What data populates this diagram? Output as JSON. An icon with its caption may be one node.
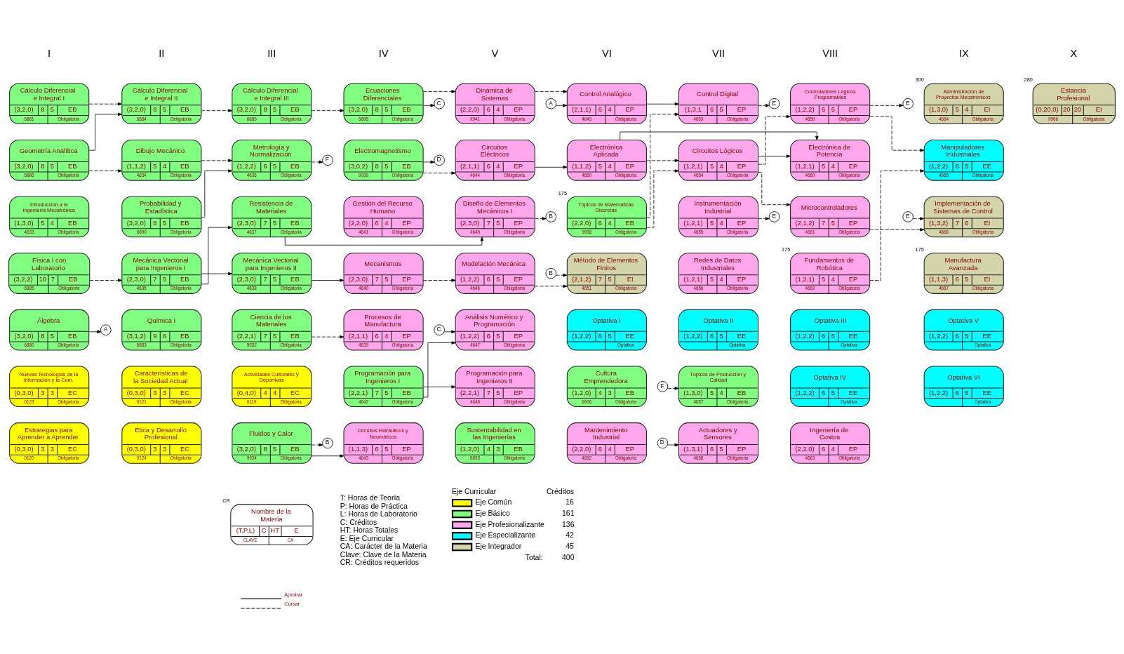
{
  "diagram": {
    "nodes": [
      {
        "text": [
          "Cálculo Diferencial e Integral I",
          "(3,2,0)",
          "8",
          "5",
          "EB",
          "6881",
          "Obligatoria"
        ]
      },
      {
        "text": [
          "Cálculo Diferencial e Integral II",
          "(3,2,0)",
          "8",
          "5",
          "EB",
          "6884",
          "Obligatoria"
        ]
      },
      {
        "text": [
          "Cálculo Diferencial e Integral III",
          "(3,2,0)",
          "8",
          "5",
          "EB",
          "6889",
          "Obligatoria"
        ]
      },
      {
        "text": [
          "Ecuaciones Diferenciales",
          "(3,2,0)",
          "8",
          "5",
          "EB",
          "6895",
          "Obligatoria"
        ]
      },
      {
        "text": [
          "C"
        ]
      },
      {
        "text": [
          "Dinámica de Sistemas",
          "(2,2,0)",
          "6",
          "4",
          "EP",
          "9941",
          "Obligatoria"
        ]
      },
      {
        "text": [
          "A"
        ]
      },
      {
        "text": [
          "Control Analógico",
          "(2,1,1)",
          "6",
          "4",
          "EP",
          "4649",
          "Obligatoria"
        ]
      },
      {
        "text": [
          "Control Digital",
          "(1,3,1",
          "6",
          "5",
          "EP",
          "4653",
          "Obligatoria"
        ]
      },
      {
        "text": [
          "E"
        ]
      },
      {
        "text": [
          "Controladores Lógicos Programables",
          "(1,2,2)",
          "6",
          "5",
          "EP",
          "4659",
          "Obligatoria"
        ]
      },
      {
        "text": [
          "E"
        ]
      },
      {
        "text": [
          "Administración de Proyectos Mecatrónicos",
          "(1,3,0)",
          "5",
          "4",
          "EI",
          "4664",
          "Obligatoria"
        ],
        "beside": [
          "300"
        ]
      },
      {
        "text": [
          "Estancia Profesional",
          "(0,20,0)",
          "20",
          "20",
          "EI",
          "9966",
          "Obligatoria"
        ],
        "beside": [
          "280"
        ]
      },
      {
        "text": [
          "Geometría Analítica",
          "(3,2,0)",
          "8",
          "5",
          "EB",
          "6886",
          "Obligatoria"
        ]
      },
      {
        "text": [
          "Dibujo Mecánico",
          "(1,1,2)",
          "5",
          "4",
          "EB",
          "4634",
          "Obligatoria"
        ]
      },
      {
        "text": [
          "Metrología y Normalización",
          "(1,2,2)",
          "6",
          "5",
          "EB",
          "4636",
          "Obligatoria"
        ]
      },
      {
        "text": [
          "F"
        ]
      },
      {
        "text": [
          "Electromagnetismo",
          "(3,0,2)",
          "8",
          "5",
          "EB",
          "9939",
          "Obligatoria"
        ]
      },
      {
        "text": [
          "D"
        ]
      },
      {
        "text": [
          "Circuitos Eléctricos",
          "(2,1,1)",
          "6",
          "4",
          "EP",
          "4644",
          "Obligatoria"
        ]
      },
      {
        "text": [
          "Electrónica Aplicada",
          "(1,1,2)",
          "5",
          "4",
          "EP",
          "4650",
          "Obligatoria"
        ]
      },
      {
        "text": [
          "Circuitos Lógicos",
          "(1,2,1)",
          "5",
          "4",
          "EP",
          "4654",
          "Obligatoria"
        ]
      },
      {
        "text": [
          "Electrónica de Potencia",
          "(1,2,1)",
          "5",
          "4",
          "EP",
          "4660",
          "Obligatoria"
        ]
      },
      {
        "text": [
          "Manipuladores Industriales",
          "(1,2,2)",
          "6",
          "5",
          "EE",
          "4665",
          "Obligatoria"
        ]
      },
      {
        "text": [
          "Introducción a la Ingeniería Mecatrónica",
          "(1,3,0)",
          "5",
          "4",
          "EB",
          "4633",
          "Obligatoria"
        ]
      },
      {
        "text": [
          "Probabilidad y Estadística",
          "(3,2,0)",
          "8",
          "5",
          "EB",
          "6890",
          "Obligatoria"
        ]
      },
      {
        "text": [
          "Resistencia de Materiales",
          "(2,3,0)",
          "7",
          "5",
          "EB",
          "4637",
          "Obligatoria"
        ]
      },
      {
        "text": [
          "Gestión del Recurso Humano",
          "(2,2,0)",
          "6",
          "4",
          "EP",
          "4641",
          "Obligatoria"
        ]
      },
      {
        "text": [
          "Diseño de Elementos Mecánicos I",
          "(2,3,0)",
          "7",
          "5",
          "EP",
          "4645",
          "Obligatoria"
        ]
      },
      {
        "text": [
          "B"
        ]
      },
      {
        "text": [
          "Tópicos de Matemáticas Discretas",
          "(2,2,0)",
          "6",
          "4",
          "EB",
          "9938",
          "Obligatoria"
        ],
        "beside": [
          "175"
        ]
      },
      {
        "text": [
          "Instrumentación Industrial",
          "(1,2,1)",
          "5",
          "4",
          "EP",
          "4655",
          "Obligatoria"
        ]
      },
      {
        "text": [
          "E"
        ]
      },
      {
        "text": [
          "Microcontroladores",
          "(2,1,2)",
          "7",
          "5",
          "EP",
          "4661",
          "Obligatoria"
        ]
      },
      {
        "text": [
          "E"
        ]
      },
      {
        "text": [
          "Implementación de Sistemas de Control",
          "(1,3,2)",
          "7",
          "6",
          "EI",
          "4666",
          "Obligatoria"
        ]
      },
      {
        "text": [
          "Física I con Laboratorio",
          "(3,2,2)",
          "10",
          "7",
          "EB",
          "6885",
          "Obligatoria"
        ]
      },
      {
        "text": [
          "Mecánica Vectorial para Ingenieros I",
          "(2,3,0)",
          "7",
          "5",
          "EB",
          "4635",
          "Obligatoria"
        ]
      },
      {
        "text": [
          "Mecánica Vectorial para Ingenieros II",
          "(2,3,0)",
          "7",
          "5",
          "EB",
          "4638",
          "Obligatoria"
        ]
      },
      {
        "text": [
          "Mecanismos",
          "(2,3,0)",
          "7",
          "5",
          "EP",
          "4640",
          "Obligatoria"
        ]
      },
      {
        "text": [
          "Modelación Mecánica",
          "(1,2,2)",
          "6",
          "5",
          "EP",
          "4646",
          "Obligatoria"
        ]
      },
      {
        "text": [
          "B"
        ]
      },
      {
        "text": [
          "Método de Elementos Finitos",
          "(2,1,2)",
          "7",
          "5",
          "EI",
          "4651",
          "Obligatoria"
        ]
      },
      {
        "text": [
          "Redes de Datos Industriales",
          "(1,2,1)",
          "5",
          "4",
          "EP",
          "4656",
          "Obligatoria"
        ]
      },
      {
        "text": [
          "Fundamentos de Robótica",
          "(1,2,1)",
          "5",
          "4",
          "EP",
          "4662",
          "Obligatoria"
        ],
        "beside": [
          "175"
        ]
      },
      {
        "text": [
          "Manufactura Avanzada",
          "(1,1,3)",
          "6",
          "5",
          "EI",
          "4667",
          "Obligatoria"
        ],
        "beside": [
          "175"
        ]
      },
      {
        "text": [
          "Álgebra",
          "(3,2,0)",
          "8",
          "5",
          "EB",
          "6880",
          "Obligatoria"
        ]
      },
      {
        "text": [
          "A"
        ]
      },
      {
        "text": [
          "Química I",
          "(3,1,2)",
          "9",
          "6",
          "EB",
          "6883",
          "Obligatoria"
        ]
      },
      {
        "text": [
          "Ciencia de los Materiales",
          "(2,2,1)",
          "7",
          "5",
          "EB",
          "9932",
          "Obligatoria"
        ]
      },
      {
        "text": [
          "Procesos de Manufactura",
          "(2,1,1)",
          "6",
          "4",
          "EP",
          "4639",
          "Obligatoria"
        ]
      },
      {
        "text": [
          "C"
        ]
      },
      {
        "text": [
          "Análisis Numérico y Programación",
          "(1,2,2)",
          "6",
          "5",
          "EP",
          "4647",
          "Obligatoria"
        ]
      },
      {
        "text": [
          "Optativa I",
          "(1,2,2)",
          "6",
          "5",
          "EE",
          "Optativa"
        ]
      },
      {
        "text": [
          "Optativa II",
          "(1,2,2)",
          "6",
          "5",
          "EE",
          "Optativa"
        ]
      },
      {
        "text": [
          "Optativa III",
          "(1,2,2)",
          "6",
          "5",
          "EE",
          "Optativa"
        ]
      },
      {
        "text": [
          "Optativa V",
          "(1,2,2)",
          "6",
          "5",
          "EE",
          "Optativa"
        ]
      },
      {
        "text": [
          "Nuevas Tecnologías de la Información y la Com.",
          "(0,3,0)",
          "3",
          "3",
          "EC",
          "0123",
          "Obligatoria"
        ]
      },
      {
        "text": [
          "Características de la Sociedad Actual",
          "(0,3,0)",
          "3",
          "3",
          "EC",
          "0121",
          "Obligatoria"
        ]
      },
      {
        "text": [
          "Actividades Culturales y Deportivas",
          "(0,4,0)",
          "4",
          "4",
          "EC",
          "0119",
          "Obligatoria"
        ]
      },
      {
        "text": [
          "Programación para Ingenieros I",
          "(2,2,1)",
          "7",
          "5",
          "EB",
          "4642",
          "Obligatoria"
        ]
      },
      {
        "text": [
          "Programación para Ingenieros II",
          "(2,2,1)",
          "7",
          "5",
          "EP",
          "4648",
          "Obligatoria"
        ]
      },
      {
        "text": [
          "Cultura Emprendedora",
          "(1,2,0)",
          "4",
          "3",
          "EB",
          "6906",
          "Obligatoria"
        ]
      },
      {
        "text": [
          "F"
        ]
      },
      {
        "text": [
          "Tópicos de Producción y Calidad",
          "(1,3,0)",
          "5",
          "4",
          "EB",
          "4657",
          "Obligatoria"
        ]
      },
      {
        "text": [
          "Optativa IV",
          "(1,2,2)",
          "6",
          "5",
          "EE",
          "Optativa"
        ]
      },
      {
        "text": [
          "Optativa VI",
          "(1,2,2)",
          "6",
          "5",
          "EE",
          "Optativa"
        ]
      },
      {
        "text": [
          "Estrategias para Aprender a Aprender",
          "(0,3,0)",
          "3",
          "3",
          "EC",
          "0120",
          "Obligatoria"
        ]
      },
      {
        "text": [
          "Ética y Desarrollo Profesional",
          "(0,3,0)",
          "3",
          "3",
          "EC",
          "0124",
          "Obligatoria"
        ]
      },
      {
        "text": [
          "Fluidos y Calor",
          "(3,2,0)",
          "8",
          "5",
          "EB",
          "9934",
          "Obligatoria"
        ]
      },
      {
        "text": [
          "B"
        ]
      },
      {
        "text": [
          "Circuitos Hidráulicos y Neumáticos",
          "(1,1,3)",
          "6",
          "5",
          "EP",
          "4643",
          "Obligatoria"
        ]
      },
      {
        "text": [
          "Sustentabilidad en las Ingenierías",
          "(1,2,0)",
          "4",
          "3",
          "EB",
          "6893",
          "Obligatoria"
        ]
      },
      {
        "text": [
          "Mantenimiento Industrial",
          "(2,2,0)",
          "6",
          "4",
          "EP",
          "4652",
          "Obligatoria"
        ]
      },
      {
        "text": [
          "D"
        ]
      },
      {
        "text": [
          "Actuadores y Sensores",
          "(1,3,1)",
          "6",
          "5",
          "EP",
          "4658",
          "Obligatoria"
        ]
      },
      {
        "text": [
          "Ingeniería de Costos",
          "(2,2,0)",
          "6",
          "4",
          "EP",
          "4663",
          "Obligatoria"
        ]
      },
      {
        "text": [
          "Nombre de la Materia",
          "(T,P,L)",
          "C",
          "HT",
          "E",
          "CLAVE",
          "CA"
        ],
        "beside": [
          "CR"
        ]
      }
    ],
    "edges": [
      {
        "from": 0,
        "to": 1,
        "arrow": "to",
        "style": "dashed"
      },
      {
        "from": 14,
        "to": 1,
        "arrow": "to"
      },
      {
        "from": 14,
        "to": 15,
        "arrow": "to",
        "style": "dashed"
      },
      {
        "from": 1,
        "to": 2,
        "arrow": "to",
        "style": "dashed"
      },
      {
        "from": 2,
        "to": 3,
        "arrow": "to",
        "style": "dashed"
      },
      {
        "from": 3,
        "to": 4,
        "arrow": "to"
      },
      {
        "from": 3,
        "to": 5,
        "arrow": "to",
        "style": "dashed"
      },
      {
        "from": 5,
        "to": 7,
        "arrow": "to",
        "style": "dashed"
      },
      {
        "from": 6,
        "to": 7,
        "arrow": "to"
      },
      {
        "from": 7,
        "to": 8,
        "arrow": "to"
      },
      {
        "from": 8,
        "to": 9,
        "arrow": "to",
        "style": "dashed"
      },
      {
        "from": 31,
        "to": 8,
        "arrow": "to",
        "style": "dashed"
      },
      {
        "from": 31,
        "to": 22,
        "arrow": "to",
        "style": "dashed"
      },
      {
        "from": 15,
        "to": 16,
        "arrow": "to",
        "style": "dashed"
      },
      {
        "from": 26,
        "to": 16,
        "arrow": "to"
      },
      {
        "from": 16,
        "to": 17,
        "arrow": "to",
        "style": "dashed"
      },
      {
        "from": 18,
        "to": 20,
        "arrow": "to",
        "style": "dashed"
      },
      {
        "from": 18,
        "to": 19,
        "arrow": "to"
      },
      {
        "from": 20,
        "to": 21,
        "arrow": "to"
      },
      {
        "from": 21,
        "to": 22,
        "arrow": "to",
        "style": "dashed"
      },
      {
        "from": 21,
        "to": 23,
        "arrow": "to"
      },
      {
        "from": 22,
        "to": 10,
        "arrow": "to",
        "style": "dashed"
      },
      {
        "from": 22,
        "to": 23,
        "arrow": "to"
      },
      {
        "from": 22,
        "to": 34,
        "arrow": "to",
        "style": "dashed"
      },
      {
        "from": 10,
        "to": 11,
        "arrow": "to",
        "style": "dashed"
      },
      {
        "from": 10,
        "to": 24,
        "arrow": "to",
        "style": "dashed"
      },
      {
        "from": 45,
        "to": 24,
        "arrow": "to",
        "style": "dashed"
      },
      {
        "from": 34,
        "to": 36,
        "arrow": "to",
        "style": "dashed"
      },
      {
        "from": 35,
        "to": 36,
        "arrow": "to",
        "style": "dashed"
      },
      {
        "from": 32,
        "to": 33,
        "arrow": "to",
        "style": "dashed"
      },
      {
        "from": 27,
        "to": 29,
        "arrow": "to"
      },
      {
        "from": 38,
        "to": 27,
        "arrow": "to"
      },
      {
        "from": 38,
        "to": 39,
        "arrow": "to"
      },
      {
        "from": 37,
        "to": 38,
        "arrow": "to",
        "style": "dashed"
      },
      {
        "from": 39,
        "to": 40,
        "arrow": "to"
      },
      {
        "from": 40,
        "to": 41,
        "arrow": "to",
        "style": "dashed"
      },
      {
        "from": 41,
        "to": 43,
        "arrow": "to",
        "style": "dashed"
      },
      {
        "from": 42,
        "to": 43,
        "arrow": "to",
        "style": "dashed"
      },
      {
        "from": 47,
        "to": 48,
        "arrow": "to"
      },
      {
        "from": 50,
        "to": 51,
        "arrow": "to",
        "style": "dashed"
      },
      {
        "from": 52,
        "to": 53,
        "arrow": "to"
      },
      {
        "from": 61,
        "to": 53,
        "arrow": "to"
      },
      {
        "from": 61,
        "to": 62,
        "arrow": "to"
      },
      {
        "from": 64,
        "to": 65,
        "arrow": "to",
        "style": "dashed"
      },
      {
        "from": 70,
        "to": 72,
        "arrow": "to"
      },
      {
        "from": 70,
        "to": 71,
        "arrow": "to",
        "style": "dashed"
      },
      {
        "from": 75,
        "to": 76,
        "arrow": "to"
      },
      {
        "from": 29,
        "to": 30,
        "arrow": "to",
        "style": "dashed"
      }
    ],
    "labels": [
      "I",
      "II",
      "III",
      "IV",
      "V",
      "VI",
      "VII",
      "VIII",
      "IX",
      "X",
      "Eje Curricular",
      "Créditos",
      "T: Horas de Teoría",
      "P: Horas de Práctica",
      "L: Horas de Laboratorio",
      "C: Créditos",
      "HT: Horas Totales",
      "E: Eje Curricular",
      "CA: Carácter de la Materia",
      "Clave: Clave de la Materia",
      "CR: Créditos requeridos",
      "16",
      "161",
      "136",
      "42",
      "45",
      "Total:",
      "400"
    ],
    "legend": [
      {
        "text": "Aprobar"
      },
      {
        "text": "Cursar"
      },
      {
        "text": "Eje Común",
        "color": "#ffff00"
      },
      {
        "text": "Eje Básico",
        "color": "#80ff80"
      },
      {
        "text": "Eje Profesionalizante",
        "color": "#ffa6ec"
      },
      {
        "text": "Eje Especializante",
        "color": "#00ffff"
      },
      {
        "text": "Eje Integrador",
        "color": "#d4d4aa"
      }
    ]
  }
}
